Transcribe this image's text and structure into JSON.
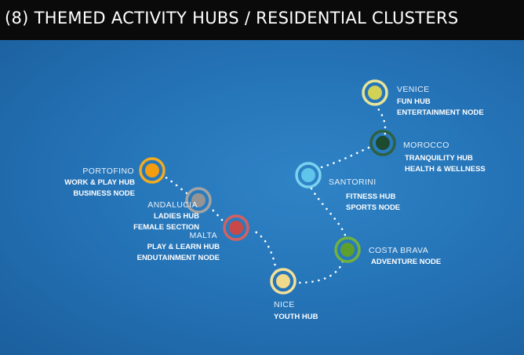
{
  "title": "(8) THEMED ACTIVITY HUBS / RESIDENTIAL CLUSTERS",
  "nodes": [
    {
      "name": "VENICE",
      "lines": [
        "FUN HUB",
        "ENTERTAINMENT NODE"
      ],
      "ring": "#e7e49a",
      "fill": "#d2d257"
    },
    {
      "name": "MOROCCO",
      "lines": [
        "TRANQUILITY HUB",
        "HEALTH & WELLNESS"
      ],
      "ring": "#2e6040",
      "fill": "#1d4b30"
    },
    {
      "name": "SANTORINI",
      "lines": [
        "FITNESS HUB",
        "SPORTS NODE"
      ],
      "ring": "#7ad2ef",
      "fill": "#5fc5ea"
    },
    {
      "name": "PORTOFINO",
      "lines": [
        "WORK & PLAY HUB",
        "BUSINESS NODE"
      ],
      "ring": "#f1ac21",
      "fill": "#f49d10"
    },
    {
      "name": "ANDALUCIA",
      "lines": [
        "LADIES HUB",
        "FEMALE SECTION"
      ],
      "ring": "#a3a3a3",
      "fill": "#949494"
    },
    {
      "name": "MALTA",
      "lines": [
        "PLAY & LEARN HUB",
        "ENDUTAINMENT NODE"
      ],
      "ring": "#d56060",
      "fill": "#c94848"
    },
    {
      "name": "COSTA BRAVA",
      "lines": [
        "ADVENTURE NODE"
      ],
      "ring": "#72b23c",
      "fill": "#5f9f2e"
    },
    {
      "name": "NICE",
      "lines": [
        "YOUTH HUB"
      ],
      "ring": "#f5e09a",
      "fill": "#f0d98a"
    }
  ]
}
